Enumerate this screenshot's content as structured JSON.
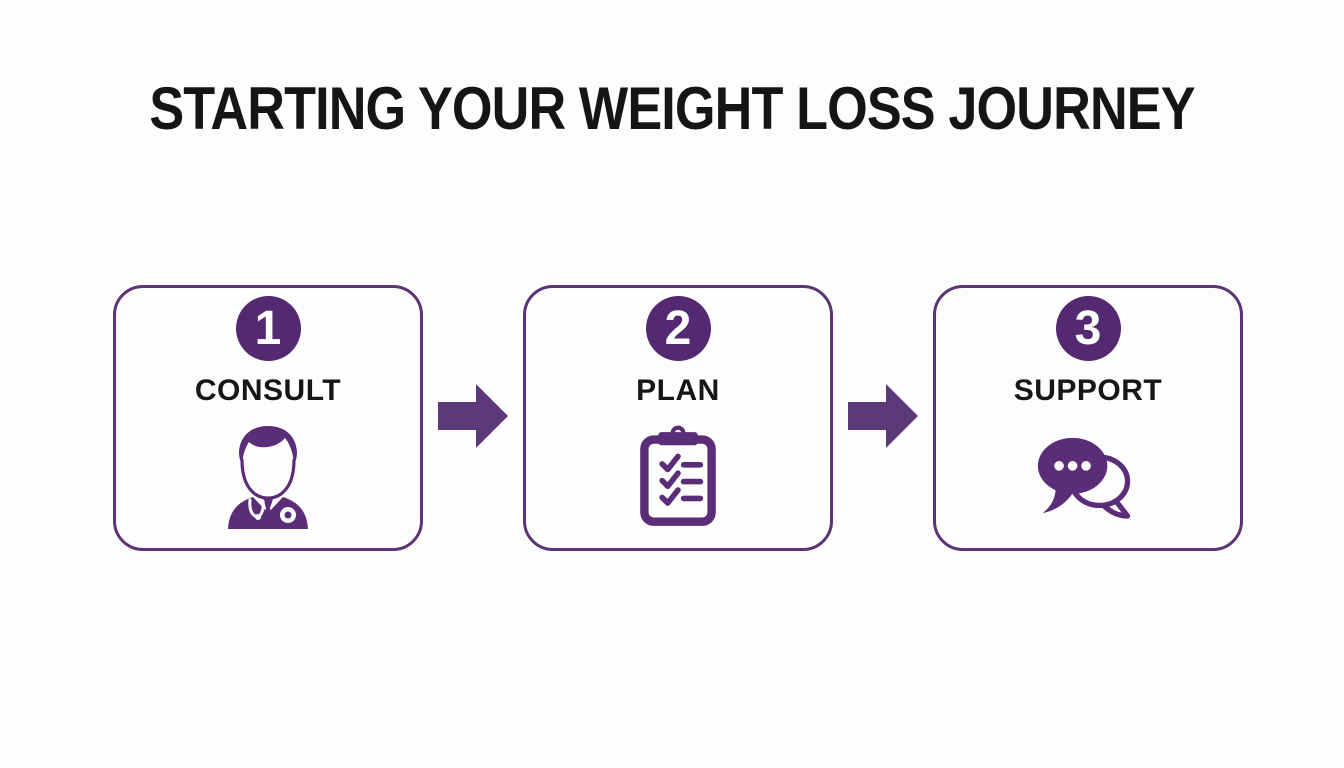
{
  "title": {
    "text": "STARTING YOUR WEIGHT LOSS JOURNEY"
  },
  "colors": {
    "background": "#fdfdfd",
    "card_border": "#5b3473",
    "number_circle": "#532a71",
    "icon_purple": "#5b2d78",
    "arrow_purple": "#5c3a7a",
    "title_text": "#151515",
    "label_text": "#161616",
    "number_text": "#ffffff"
  },
  "steps": [
    {
      "number": "1",
      "label": "CONSULT",
      "icon": "doctor-icon"
    },
    {
      "number": "2",
      "label": "PLAN",
      "icon": "checklist-clipboard-icon"
    },
    {
      "number": "3",
      "label": "SUPPORT",
      "icon": "chat-bubbles-icon"
    }
  ],
  "connectors": [
    {
      "icon": "arrow-right-icon"
    },
    {
      "icon": "arrow-right-icon"
    }
  ]
}
